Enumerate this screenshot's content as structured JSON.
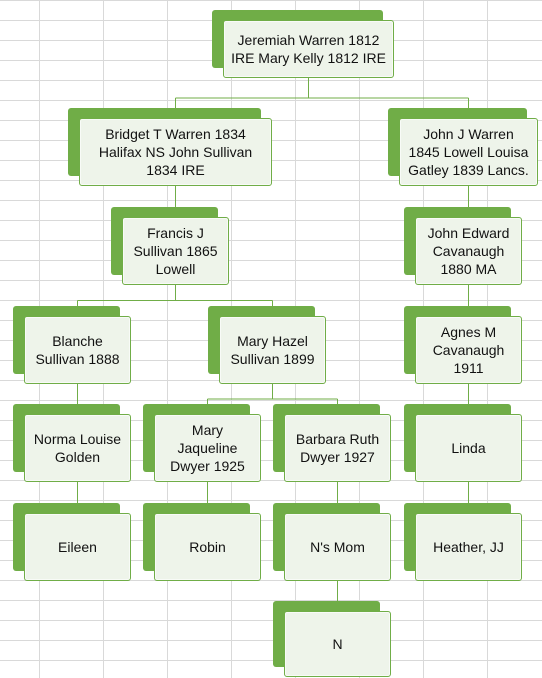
{
  "tree": {
    "nodes": [
      {
        "id": "jeremiah",
        "text": "Jeremiah Warren 1812\nIRE Mary Kelly 1812 IRE",
        "parent": null
      },
      {
        "id": "bridget",
        "text": "Bridget T Warren 1834\nHalifax NS John Sullivan\n1834 IRE",
        "parent": "jeremiah"
      },
      {
        "id": "john-j",
        "text": "John J Warren\n1845 Lowell Louisa\nGatley 1839 Lancs.",
        "parent": "jeremiah"
      },
      {
        "id": "francis",
        "text": "Francis J\nSullivan 1865\nLowell",
        "parent": "bridget"
      },
      {
        "id": "john-edward",
        "text": "John Edward\nCavanaugh\n1880 MA",
        "parent": "john-j"
      },
      {
        "id": "blanche",
        "text": "Blanche\nSullivan 1888",
        "parent": "francis"
      },
      {
        "id": "mary-hazel",
        "text": "Mary Hazel\nSullivan 1899",
        "parent": "francis"
      },
      {
        "id": "agnes",
        "text": "Agnes M\nCavanaugh\n1911",
        "parent": "john-edward"
      },
      {
        "id": "norma",
        "text": "Norma Louise\nGolden",
        "parent": "blanche"
      },
      {
        "id": "mary-jaqueline",
        "text": "Mary\nJaqueline\nDwyer 1925",
        "parent": "mary-hazel"
      },
      {
        "id": "barbara",
        "text": "Barbara Ruth\nDwyer 1927",
        "parent": "mary-hazel"
      },
      {
        "id": "linda",
        "text": "Linda",
        "parent": "agnes"
      },
      {
        "id": "eileen",
        "text": "Eileen",
        "parent": "norma"
      },
      {
        "id": "robin",
        "text": "Robin",
        "parent": "mary-jaqueline"
      },
      {
        "id": "ns-mom",
        "text": "N's Mom",
        "parent": "barbara"
      },
      {
        "id": "heather",
        "text": "Heather, JJ",
        "parent": "linda"
      },
      {
        "id": "n",
        "text": "N",
        "parent": "ns-mom"
      }
    ]
  },
  "colors": {
    "accent": "#70ad47",
    "card_fill": "#eef4ea",
    "connector": "#70ad47",
    "gridline": "#d9d9d9"
  }
}
